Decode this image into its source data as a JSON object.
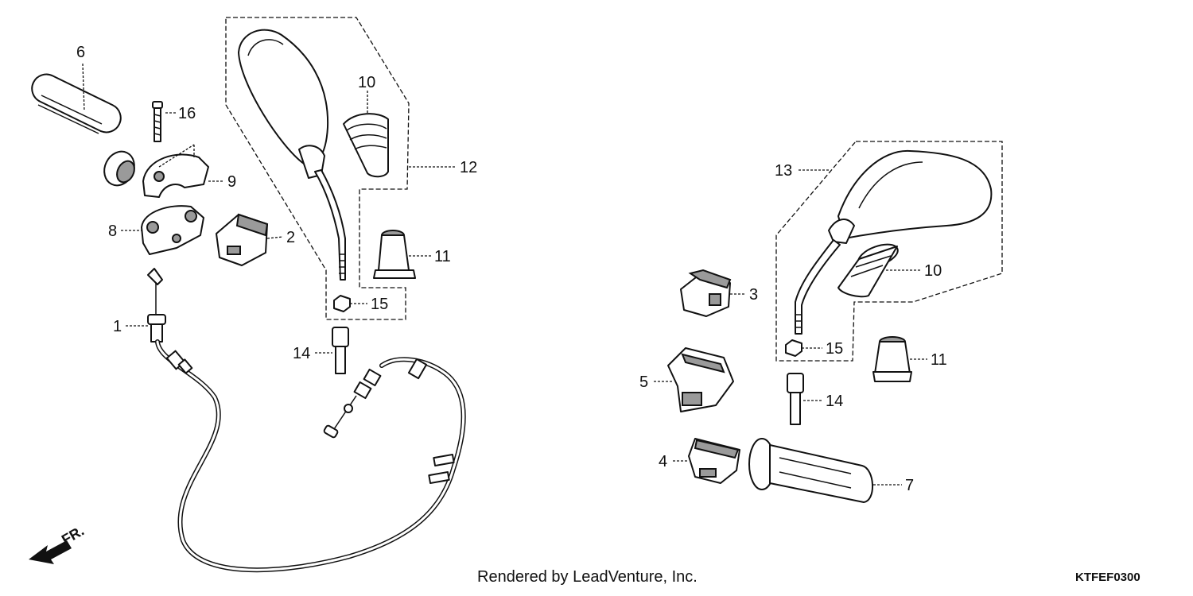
{
  "callouts": {
    "c1": "1",
    "c2": "2",
    "c3": "3",
    "c4": "4",
    "c5": "5",
    "c6": "6",
    "c7": "7",
    "c8": "8",
    "c9": "9",
    "c10a": "10",
    "c10b": "10",
    "c11a": "11",
    "c11b": "11",
    "c12": "12",
    "c13": "13",
    "c14a": "14",
    "c14b": "14",
    "c15a": "15",
    "c15b": "15",
    "c16": "16"
  },
  "direction_label": "FR.",
  "credit": "Rendered by LeadVenture, Inc.",
  "diagram_code": "KTFEF0300"
}
